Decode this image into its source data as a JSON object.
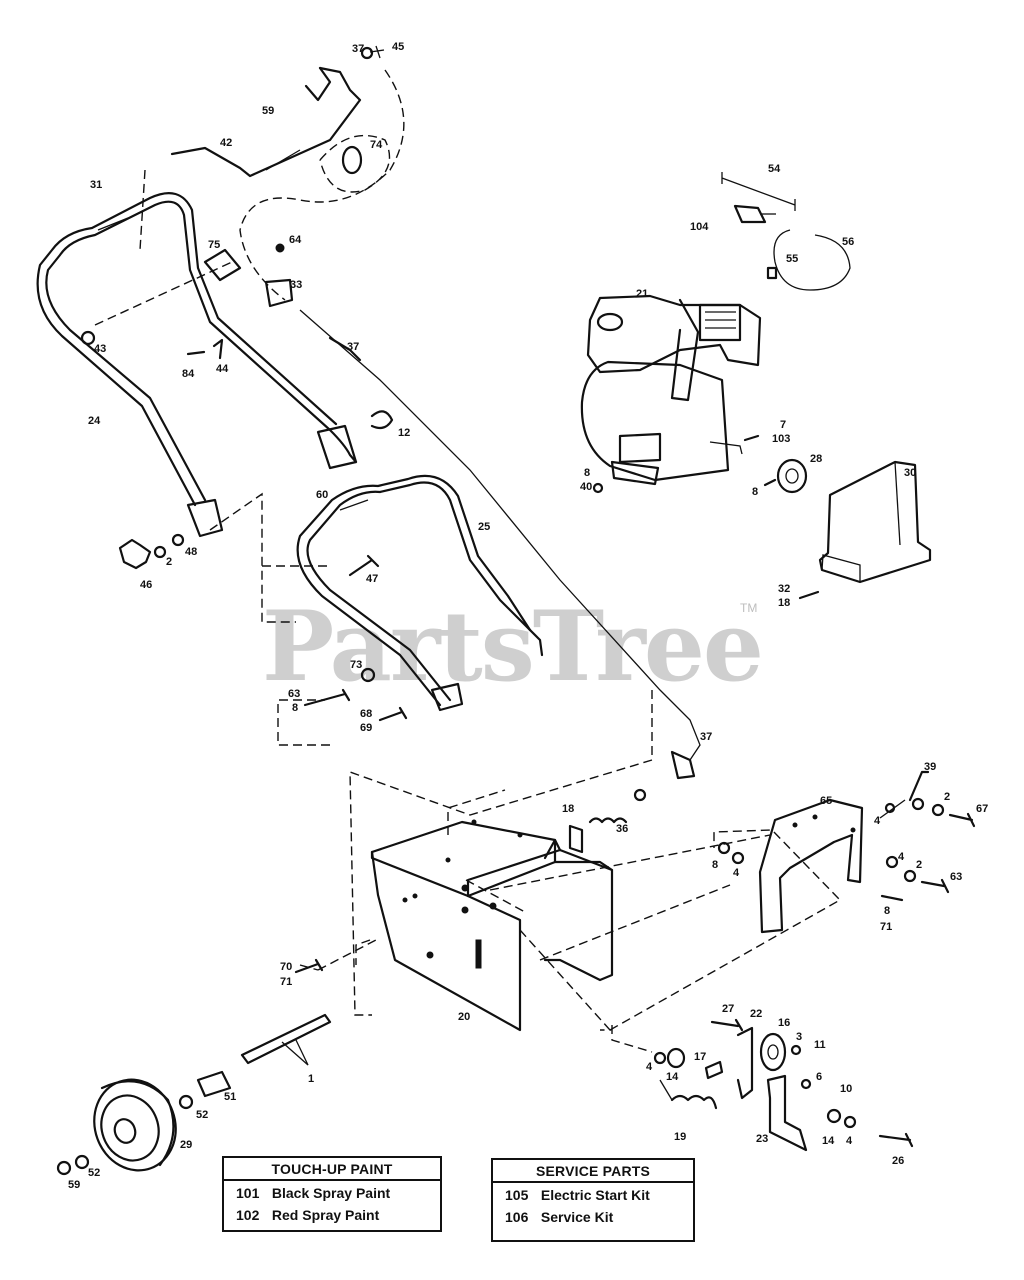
{
  "watermark": {
    "brand": "PartsTree",
    "trademark": "TM"
  },
  "callouts": {
    "c37a": "37",
    "c45": "45",
    "c59": "59",
    "c42": "42",
    "c74": "74",
    "c31": "31",
    "c75": "75",
    "c64a": "64",
    "c33": "33",
    "c37b": "37",
    "c43": "43",
    "c84": "84",
    "c44": "44",
    "c12": "12",
    "c24": "24",
    "c54": "54",
    "c104": "104",
    "c56": "56",
    "c55": "55",
    "c21": "21",
    "c7": "7",
    "c103": "103",
    "c8a": "8",
    "c40": "40",
    "c28": "28",
    "c8b": "8",
    "c30": "30",
    "c60": "60",
    "c25": "25",
    "c47": "47",
    "c2a": "2",
    "c48": "48",
    "c46": "46",
    "c32": "32",
    "c18a": "18",
    "c73": "73",
    "c63a": "63",
    "c8c": "8",
    "c68": "68",
    "c69": "69",
    "c37c": "37",
    "c39": "39",
    "c65": "65",
    "c4a": "4",
    "c2b": "2",
    "c67": "67",
    "c18b": "18",
    "c36": "36",
    "c8d": "8",
    "c4b": "4",
    "c4c": "4",
    "c2c": "2",
    "c63b": "63",
    "c8e": "8",
    "c71a": "71",
    "c70": "70",
    "c71b": "71",
    "c20": "20",
    "c1": "1",
    "c27": "27",
    "c22": "22",
    "c16": "16",
    "c3": "3",
    "c11": "11",
    "c4d": "4",
    "c14a": "14",
    "c17": "17",
    "c51": "51",
    "c52a": "52",
    "c29": "29",
    "c19": "19",
    "c6": "6",
    "c10": "10",
    "c23": "23",
    "c14b": "14",
    "c4e": "4",
    "c26": "26",
    "c59b": "59",
    "c52b": "52"
  },
  "touch_up_paint": {
    "title": "TOUCH-UP PAINT",
    "items": [
      {
        "num": "101",
        "label": "Black Spray Paint"
      },
      {
        "num": "102",
        "label": "Red Spray Paint"
      }
    ]
  },
  "service_parts": {
    "title": "SERVICE PARTS",
    "items": [
      {
        "num": "105",
        "label": "Electric Start Kit"
      },
      {
        "num": "106",
        "label": "Service Kit"
      }
    ]
  }
}
